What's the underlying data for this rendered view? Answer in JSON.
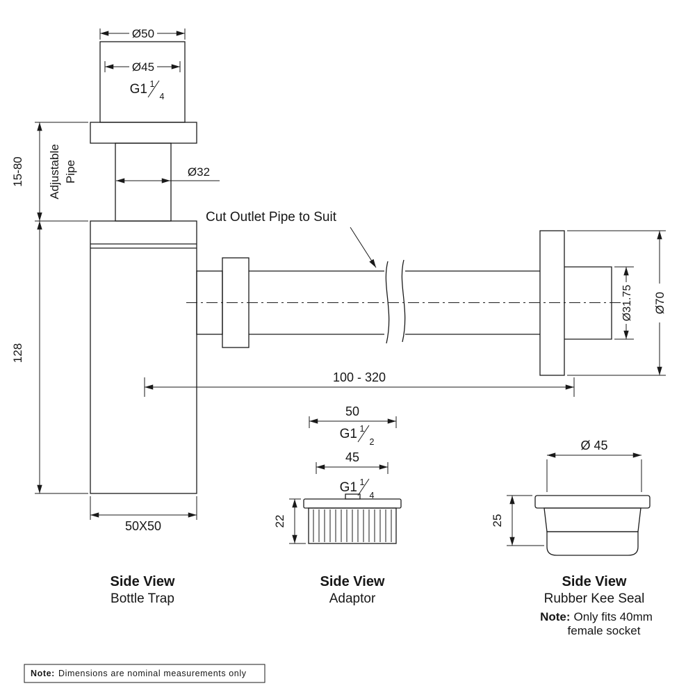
{
  "drawing": {
    "bottle_trap": {
      "dims": {
        "d50": "Ø50",
        "d45": "Ø45",
        "d32": "Ø32",
        "adjustable_range": "15-80",
        "adjustable_label_1": "Adjustable",
        "adjustable_label_2": "Pipe",
        "height": "128",
        "d3175": "Ø31.75",
        "d70": "Ø70",
        "outlet_range": "100 - 320",
        "base": "50X50"
      },
      "thread_top": {
        "prefix": "G1",
        "numerator": "1",
        "denominator": "4"
      },
      "annotation_cut_outlet": "Cut Outlet Pipe to Suit",
      "caption": {
        "title": "Side View",
        "subtitle": "Bottle Trap"
      }
    },
    "adaptor": {
      "dims": {
        "outer": "50",
        "inner": "45",
        "height": "22"
      },
      "thread_outer": {
        "prefix": "G1",
        "numerator": "1",
        "denominator": "2"
      },
      "thread_inner": {
        "prefix": "G1",
        "numerator": "1",
        "denominator": "4"
      },
      "caption": {
        "title": "Side View",
        "subtitle": "Adaptor"
      }
    },
    "kee_seal": {
      "dims": {
        "d45": "Ø 45",
        "height": "25"
      },
      "caption": {
        "title": "Side View",
        "subtitle": "Rubber Kee Seal"
      },
      "note_label": "Note:",
      "note_line1": "Only fits 40mm",
      "note_line2": "female socket"
    },
    "footer_note": {
      "label": "Note:",
      "text": "Dimensions are nominal measurements only"
    }
  }
}
